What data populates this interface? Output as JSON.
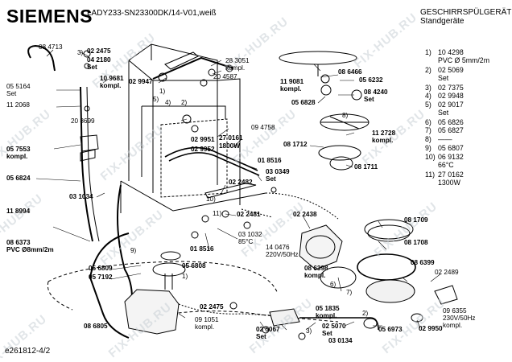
{
  "header": {
    "brand": "SIEMENS",
    "model": "LADY233-SN23300DK/14-V01,weiß",
    "category": "GESCHIRRSPÜLGERÄTE",
    "subcategory": "Standgeräte"
  },
  "footer": {
    "reference": "e261812-4/2"
  },
  "watermark": {
    "text": "FIX-HUB.RU"
  },
  "legend": {
    "items": [
      {
        "num": "1)",
        "lines": [
          "10 4298",
          "PVC Ø 5mm/2m"
        ]
      },
      {
        "num": "2)",
        "lines": [
          "02 5069",
          "Set"
        ]
      },
      {
        "num": "3)",
        "lines": [
          "02 7375"
        ]
      },
      {
        "num": "4)",
        "lines": [
          "02 9948"
        ]
      },
      {
        "num": "5)",
        "lines": [
          "02 9017",
          "Set"
        ]
      },
      {
        "num": "6)",
        "lines": [
          "05 6826"
        ]
      },
      {
        "num": "7)",
        "lines": [
          "05 6827"
        ]
      },
      {
        "num": "8)",
        "lines": [
          "——"
        ]
      },
      {
        "num": "9)",
        "lines": [
          "05 6807"
        ]
      },
      {
        "num": "10)",
        "lines": [
          "06 9132",
          "66°C"
        ]
      },
      {
        "num": "11)",
        "lines": [
          "27 0162",
          "1300W"
        ]
      }
    ]
  },
  "callouts": [
    {
      "id": "p084713",
      "lines": [
        "08 4713"
      ],
      "bold": false
    },
    {
      "id": "p022475a",
      "lines": [
        "02 2475"
      ],
      "bold": true
    },
    {
      "id": "p042180",
      "lines": [
        "04 2180",
        "Set"
      ],
      "bold": true
    },
    {
      "id": "p109681",
      "lines": [
        "10 9681",
        "kompl."
      ],
      "bold": true
    },
    {
      "id": "p055164",
      "lines": [
        "05 5164",
        "Set"
      ],
      "bold": false
    },
    {
      "id": "p112068",
      "lines": [
        "11 2068"
      ],
      "bold": false
    },
    {
      "id": "p029947",
      "lines": [
        "02 9947"
      ],
      "bold": true
    },
    {
      "id": "p283051",
      "lines": [
        "28 3051",
        "kompl."
      ],
      "bold": false
    },
    {
      "id": "p204587",
      "lines": [
        "20 4587"
      ],
      "bold": false
    },
    {
      "id": "p208699",
      "lines": [
        "20 8699"
      ],
      "bold": false
    },
    {
      "id": "p057553",
      "lines": [
        "05 7553",
        "kompl."
      ],
      "bold": true
    },
    {
      "id": "p056824",
      "lines": [
        "05 6824"
      ],
      "bold": true
    },
    {
      "id": "p029951",
      "lines": [
        "02 9951"
      ],
      "bold": true
    },
    {
      "id": "p029952",
      "lines": [
        "02 9952"
      ],
      "bold": true
    },
    {
      "id": "p094758",
      "lines": [
        "09 4758"
      ],
      "bold": false
    },
    {
      "id": "p270161",
      "lines": [
        "27 0161",
        "1800W"
      ],
      "bold": true
    },
    {
      "id": "p018516a",
      "lines": [
        "01 8516"
      ],
      "bold": true
    },
    {
      "id": "p030349",
      "lines": [
        "03 0349",
        "Set"
      ],
      "bold": true
    },
    {
      "id": "p022482",
      "lines": [
        "02 2482"
      ],
      "bold": true
    },
    {
      "id": "p031034",
      "lines": [
        "03 1034"
      ],
      "bold": true
    },
    {
      "id": "p118994",
      "lines": [
        "11 8994"
      ],
      "bold": true
    },
    {
      "id": "p022481",
      "lines": [
        "02 2481"
      ],
      "bold": true
    },
    {
      "id": "p031032",
      "lines": [
        "03 1032",
        "85°C"
      ],
      "bold": false
    },
    {
      "id": "p018516b",
      "lines": [
        "01 8516"
      ],
      "bold": true
    },
    {
      "id": "p086373",
      "lines": [
        "08 6373",
        "PVC Ø8mm/2m"
      ],
      "bold": true
    },
    {
      "id": "p056809",
      "lines": [
        "05 6809"
      ],
      "bold": true
    },
    {
      "id": "p057192",
      "lines": [
        "05 7192"
      ],
      "bold": true
    },
    {
      "id": "p056808",
      "lines": [
        "05 6808"
      ],
      "bold": true
    },
    {
      "id": "p086805",
      "lines": [
        "08 6805"
      ],
      "bold": true
    },
    {
      "id": "p022475b",
      "lines": [
        "02 2475"
      ],
      "bold": true
    },
    {
      "id": "p091051",
      "lines": [
        "09 1051",
        "kompl."
      ],
      "bold": false
    },
    {
      "id": "p025067",
      "lines": [
        "02 5067",
        "Set"
      ],
      "bold": true
    },
    {
      "id": "p119081",
      "lines": [
        "11 9081",
        "kompl."
      ],
      "bold": true
    },
    {
      "id": "p086466",
      "lines": [
        "08 6466"
      ],
      "bold": true
    },
    {
      "id": "p056232",
      "lines": [
        "05 6232"
      ],
      "bold": true
    },
    {
      "id": "p084240",
      "lines": [
        "08 4240",
        "Set"
      ],
      "bold": true
    },
    {
      "id": "p056828",
      "lines": [
        "05 6828"
      ],
      "bold": true
    },
    {
      "id": "p112728",
      "lines": [
        "11 2728",
        "kompl."
      ],
      "bold": true
    },
    {
      "id": "p081712",
      "lines": [
        "08 1712"
      ],
      "bold": true
    },
    {
      "id": "p081711",
      "lines": [
        "08 1711"
      ],
      "bold": true
    },
    {
      "id": "p022438",
      "lines": [
        "02 2438"
      ],
      "bold": true
    },
    {
      "id": "p081709",
      "lines": [
        "08 1709"
      ],
      "bold": true
    },
    {
      "id": "p081708",
      "lines": [
        "08 1708"
      ],
      "bold": true
    },
    {
      "id": "p140476",
      "lines": [
        "14 0476",
        "220V/50Hz"
      ],
      "bold": false
    },
    {
      "id": "p086398",
      "lines": [
        "08 6398",
        "kompl."
      ],
      "bold": true
    },
    {
      "id": "p086399",
      "lines": [
        "08 6399"
      ],
      "bold": true
    },
    {
      "id": "p022489",
      "lines": [
        "02 2489"
      ],
      "bold": false
    },
    {
      "id": "p096355",
      "lines": [
        "09 6355",
        "230V/50Hz",
        "kompl."
      ],
      "bold": false
    },
    {
      "id": "p029950",
      "lines": [
        "02 9950"
      ],
      "bold": true
    },
    {
      "id": "p051835",
      "lines": [
        "05 1835",
        "kompl."
      ],
      "bold": true
    },
    {
      "id": "p025070",
      "lines": [
        "02 5070",
        "Set"
      ],
      "bold": true
    },
    {
      "id": "p030134",
      "lines": [
        "03 0134"
      ],
      "bold": true
    },
    {
      "id": "p056973",
      "lines": [
        "05 6973"
      ],
      "bold": true
    }
  ],
  "markers": [
    {
      "id": "m3a",
      "text": "3)"
    },
    {
      "id": "m1a",
      "text": "1)"
    },
    {
      "id": "m5",
      "text": "5)"
    },
    {
      "id": "m4",
      "text": "4)"
    },
    {
      "id": "m2a",
      "text": "2)"
    },
    {
      "id": "m10",
      "text": "10)"
    },
    {
      "id": "m11",
      "text": "11)"
    },
    {
      "id": "m9",
      "text": "9)"
    },
    {
      "id": "m1b",
      "text": "1)"
    },
    {
      "id": "m6",
      "text": "6)"
    },
    {
      "id": "m7",
      "text": "7)"
    },
    {
      "id": "m8",
      "text": "8)"
    },
    {
      "id": "m2b",
      "text": "2)"
    },
    {
      "id": "m3b",
      "text": "3)"
    }
  ]
}
